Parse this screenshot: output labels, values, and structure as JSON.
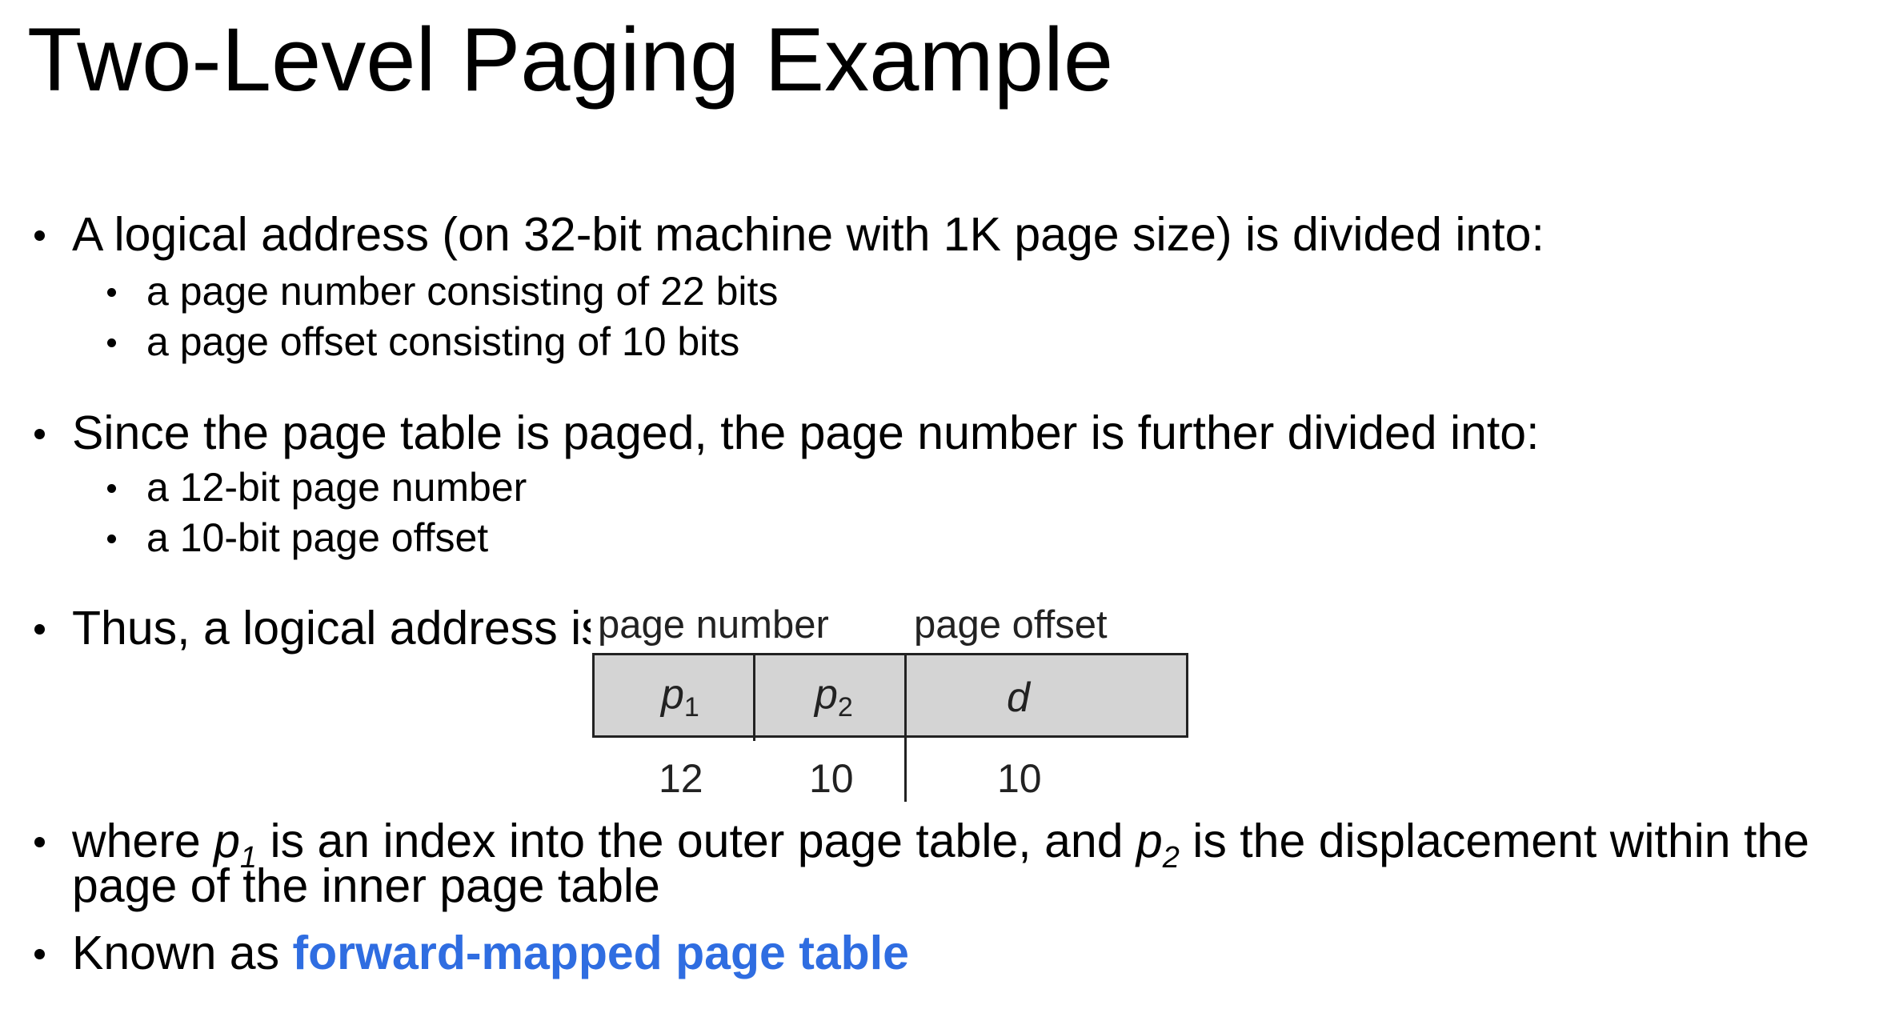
{
  "title": "Two-Level Paging Example",
  "bullets": {
    "b1": "A logical address (on 32-bit machine with 1K page size) is divided into:",
    "b1_sub1": "a page number consisting of 22 bits",
    "b1_sub2": "a page offset consisting of 10 bits",
    "b2": "Since the page table is paged, the page number is further divided into:",
    "b2_sub1": "a 12-bit page number",
    "b2_sub2": "a 10-bit page offset",
    "b3": "Thus, a logical address is",
    "b4_part1": "where ",
    "b4_p1": "p",
    "b4_p1_sub": "1",
    "b4_part2": " is an index into the outer page table, and ",
    "b4_p2": "p",
    "b4_p2_sub": "2",
    "b4_part3": " is the displacement within the",
    "b4_line2": "page of the inner page table",
    "b5_prefix": "Known as ",
    "b5_highlight": "forward-mapped page table"
  },
  "figure": {
    "label_page_number": "page number",
    "label_page_offset": "page offset",
    "field_p1": "p",
    "field_p1_sub": "1",
    "field_p2": "p",
    "field_p2_sub": "2",
    "field_d": "d",
    "bits_p1": "12",
    "bits_p2": "10",
    "bits_d": "10",
    "field_fill_color": "#d4d4d4"
  },
  "colors": {
    "accent": "#2f6de1",
    "text": "#000000"
  }
}
